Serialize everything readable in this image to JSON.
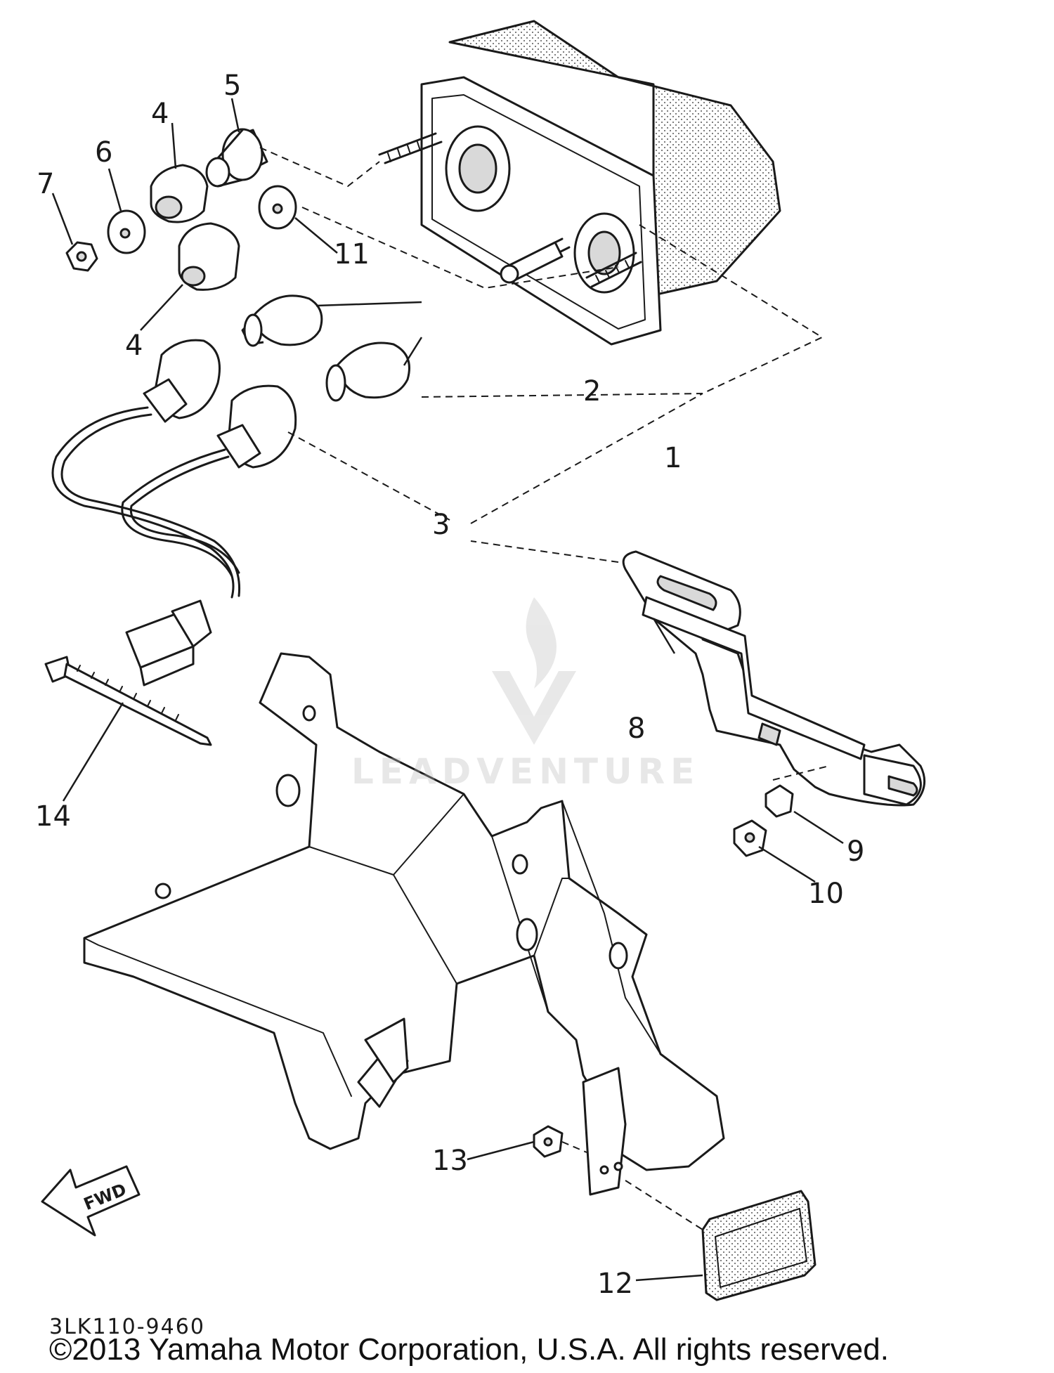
{
  "diagram": {
    "callouts": [
      "1",
      "2",
      "3",
      "4",
      "4",
      "5",
      "6",
      "7",
      "8",
      "9",
      "10",
      "11",
      "12",
      "13",
      "14"
    ],
    "part_code": "3LK110-9460",
    "direction_label": "FWD",
    "copyright": "©2013 Yamaha Motor Corporation, U.S.A. All rights reserved.",
    "watermark": {
      "brand": "LEADVENTURE",
      "logo_icon": "flame-v-logo-icon"
    }
  }
}
